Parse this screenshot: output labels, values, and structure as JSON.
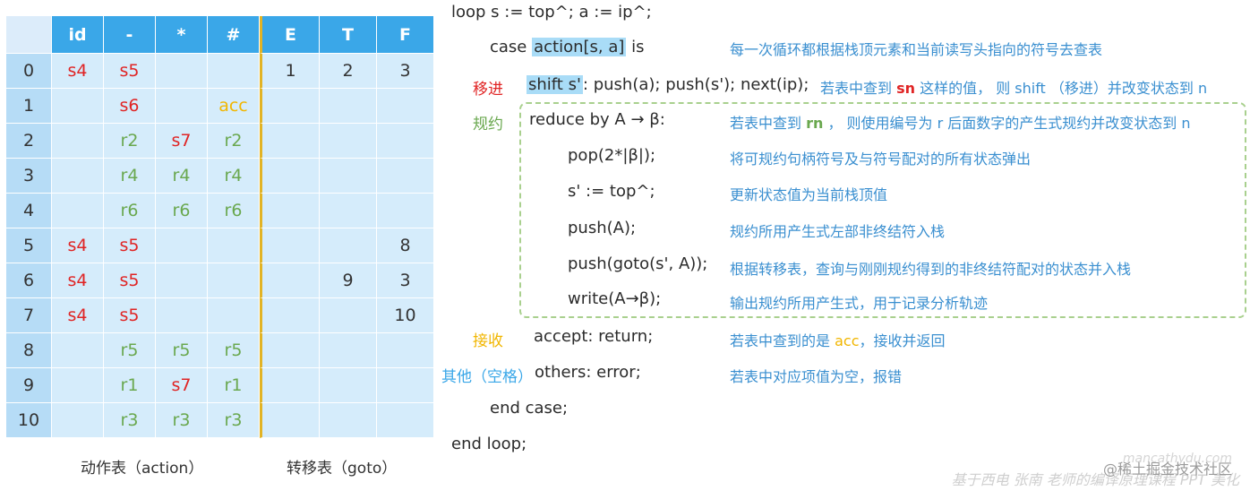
{
  "table": {
    "headers": [
      "id",
      "-",
      "*",
      "#",
      "E",
      "T",
      "F"
    ],
    "rows": [
      {
        "state": "0",
        "cells": [
          "s4",
          "s5",
          "",
          "",
          "1",
          "2",
          "3"
        ]
      },
      {
        "state": "1",
        "cells": [
          "",
          "s6",
          "",
          "acc",
          "",
          "",
          ""
        ]
      },
      {
        "state": "2",
        "cells": [
          "",
          "r2",
          "s7",
          "r2",
          "",
          "",
          ""
        ]
      },
      {
        "state": "3",
        "cells": [
          "",
          "r4",
          "r4",
          "r4",
          "",
          "",
          ""
        ]
      },
      {
        "state": "4",
        "cells": [
          "",
          "r6",
          "r6",
          "r6",
          "",
          "",
          ""
        ]
      },
      {
        "state": "5",
        "cells": [
          "s4",
          "s5",
          "",
          "",
          "",
          "",
          "8"
        ]
      },
      {
        "state": "6",
        "cells": [
          "s4",
          "s5",
          "",
          "",
          "",
          "9",
          "3"
        ]
      },
      {
        "state": "7",
        "cells": [
          "s4",
          "s5",
          "",
          "",
          "",
          "",
          "10"
        ]
      },
      {
        "state": "8",
        "cells": [
          "",
          "r5",
          "r5",
          "r5",
          "",
          "",
          ""
        ]
      },
      {
        "state": "9",
        "cells": [
          "",
          "r1",
          "s7",
          "r1",
          "",
          "",
          ""
        ]
      },
      {
        "state": "10",
        "cells": [
          "",
          "r3",
          "r3",
          "r3",
          "",
          "",
          ""
        ]
      }
    ],
    "caption_action": "动作表（action）",
    "caption_goto": "转移表（goto）"
  },
  "code": {
    "line1": "loop s := top^; a := ip^;",
    "case_prefix": "case ",
    "case_hl": "action[s, a]",
    "case_suffix": " is",
    "shift_hl": "shift s'",
    "shift_rest": ": push(a); push(s'); next(ip);",
    "reduce": "reduce by A → β:",
    "pop": "pop(2*|β|);",
    "sassign": "s' := top^;",
    "pushA": "push(A);",
    "pushgoto": "push(goto(s', A));",
    "write": "write(A→β);",
    "accept": "accept: return;",
    "others": "others: error;",
    "endcase": "end case;",
    "endloop": "end loop;"
  },
  "tags": {
    "shift": "移进",
    "reduce": "规约",
    "accept": "接收",
    "others": "其他（空格）"
  },
  "notes": {
    "case": "每一次循环都根据栈顶元素和当前读写头指向的符号去查表",
    "shift_a": "若表中查到 ",
    "shift_sn": "sn",
    "shift_b": " 这样的值， 则 shift （移进）并改变状态到 ",
    "shift_n": "n",
    "reduce_a": "若表中查到 ",
    "reduce_rn": "rn",
    "reduce_b": " ， 则使用编号为 r 后面数字的产生式规约并改变状态到 ",
    "reduce_n": "n",
    "pop": "将可规约句柄符号及与符号配对的所有状态弹出",
    "sassign": "更新状态值为当前栈顶值",
    "pushA": "规约所用产生式左部非终结符入栈",
    "pushgoto": "根据转移表，查询与刚刚规约得到的非终结符配对的状态并入栈",
    "write": "输出规约所用产生式，用于记录分析轨迹",
    "accept_a": "若表中查到的是 ",
    "accept_acc": "acc",
    "accept_b": "，接收并返回",
    "others": "若表中对应项值为空，报错"
  },
  "watermark": {
    "site": "mancathydu.com",
    "credit": "基于西电 张南 老师的编译原理课程 PPT 美化",
    "juejin": "@稀土掘金技术社区"
  },
  "colors": {
    "header_bg": "#3aa7e8",
    "cell_bg": "#d5ecfb",
    "shift": "#e02424",
    "reduce": "#6aa84f",
    "accept": "#f1b600",
    "note": "#3a8fd0"
  }
}
